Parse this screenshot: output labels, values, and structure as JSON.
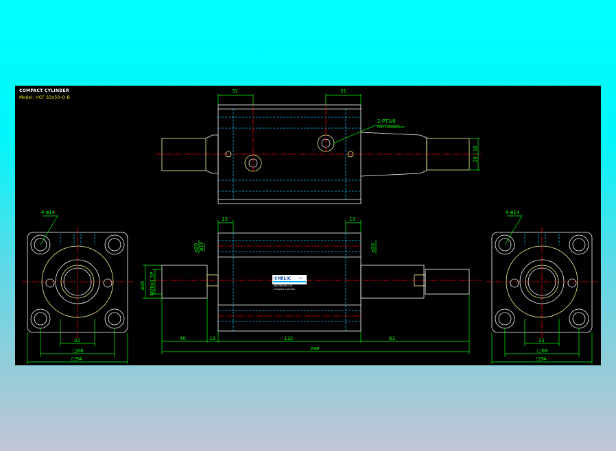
{
  "title": "COMPACT CYLINDER",
  "model_line": "Model: HCF 63x50-O-B",
  "callouts": {
    "port": "2-PT3/8",
    "port_sub": "Port Connection",
    "holes_left": "4-ø14",
    "holes_right": "4-ø14"
  },
  "nameplate": {
    "brand": "CHELIC",
    "mark": "TM",
    "line1": "HCF 63x50-O-B",
    "line2": "Compact Cylinder"
  },
  "dimensions": {
    "top_left_31": "31",
    "top_right_31": "31",
    "rod_side": "30 | 10",
    "mid_left_13": "13",
    "mid_right_13": "13",
    "d20_left": "ø20",
    "d14_left": "ø14",
    "d20_right": "ø20",
    "d35": "ø35",
    "thread": "M20x1.5P",
    "b40": "40",
    "b13": "13",
    "b132": "132",
    "b63": "63",
    "total": "288",
    "left_32": "32",
    "left_68": "□68",
    "left_94": "□94",
    "right_32": "32",
    "right_69": "□69",
    "right_94": "□94"
  },
  "colors": {
    "background_top": "#00ffff",
    "background_bottom": "#c2c4d6",
    "canvas": "#000000",
    "outline": "#ffffff",
    "inner": "#ffff99",
    "hidden": "#00c8ff",
    "center": "#ff0000",
    "dimension": "#00ff00",
    "header_title": "#ffffff",
    "header_model": "#ffff00"
  }
}
